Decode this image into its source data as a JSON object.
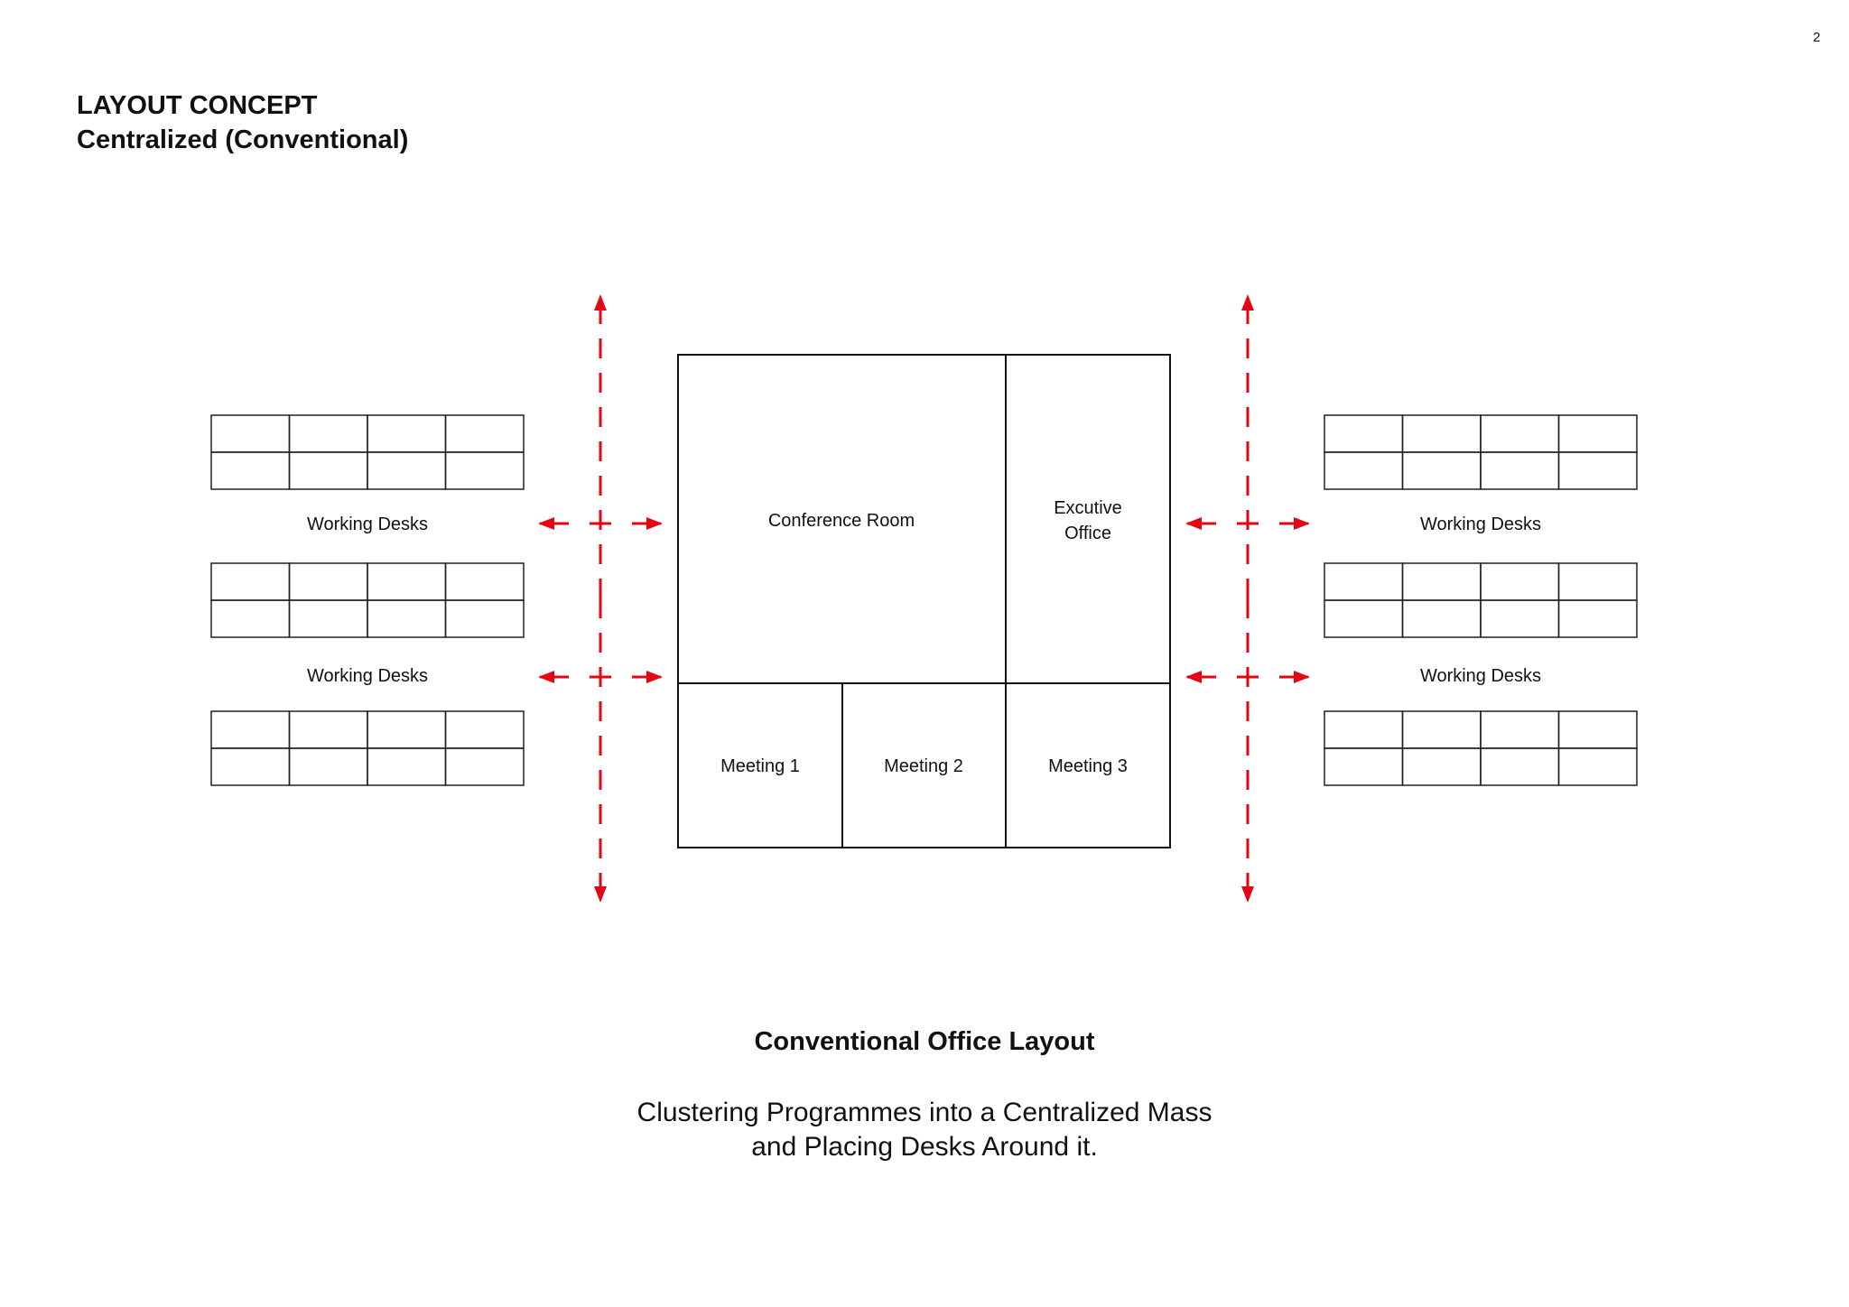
{
  "page_number": "2",
  "header": {
    "line1": "LAYOUT CONCEPT",
    "line2": "Centralized (Conventional)"
  },
  "diagram": {
    "desk_label": "Working Desks",
    "rooms": {
      "conference": "Conference Room",
      "executive_line1": "Excutive",
      "executive_line2": "Office",
      "meeting1": "Meeting 1",
      "meeting2": "Meeting 2",
      "meeting3": "Meeting 3"
    },
    "circulation_color": "#e30613"
  },
  "caption": {
    "title": "Conventional Office Layout",
    "line1": "Clustering Programmes into a Centralized Mass",
    "line2": "and Placing Desks Around it."
  }
}
